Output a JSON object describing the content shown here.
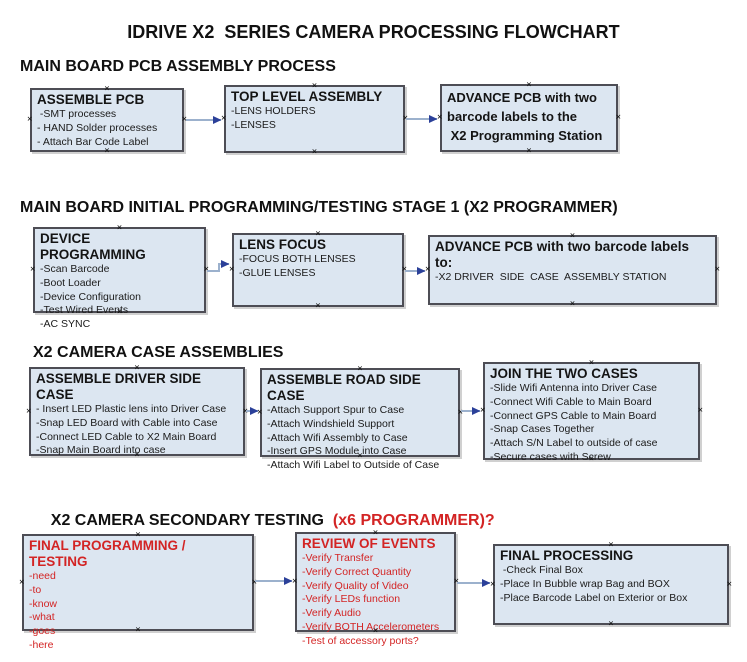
{
  "title": "IDRIVE X2  SERIES CAMERA PROCESSING FLOWCHART",
  "icons": {
    "connection_handle": "×"
  },
  "colors": {
    "box_fill": "#dce6f1",
    "box_border": "#4d4d55",
    "arrow_line": "#9cb1cd",
    "arrow_head": "#2b4099",
    "red_text": "#d32424",
    "black_text": "#151515"
  },
  "sections": [
    {
      "heading": "MAIN BOARD PCB ASSEMBLY PROCESS",
      "boxes": [
        {
          "title": "ASSEMBLE PCB",
          "items": [
            " -SMT processes",
            "- HAND Solder processes",
            "- Attach Bar Code Label"
          ]
        },
        {
          "title": "TOP LEVEL ASSEMBLY",
          "items": [
            "-LENS HOLDERS",
            "-LENSES"
          ]
        },
        {
          "title": "",
          "items": [
            "ADVANCE PCB with two",
            "barcode labels to the",
            " X2 Programming Station"
          ]
        }
      ]
    },
    {
      "heading": "MAIN BOARD INITIAL PROGRAMMING/TESTING STAGE 1 (X2 PROGRAMMER)",
      "boxes": [
        {
          "title": "DEVICE PROGRAMMING",
          "items": [
            "-Scan Barcode",
            "-Boot Loader",
            "-Device Configuration",
            "-Test Wired Events",
            "-AC SYNC"
          ]
        },
        {
          "title": "LENS FOCUS",
          "items": [
            "-FOCUS BOTH LENSES",
            "-GLUE LENSES"
          ]
        },
        {
          "title": "ADVANCE PCB with two barcode labels to:",
          "items": [
            "-X2 DRIVER  SIDE  CASE  ASSEMBLY STATION"
          ]
        }
      ]
    },
    {
      "heading": "X2 CAMERA CASE ASSEMBLIES",
      "boxes": [
        {
          "title": "ASSEMBLE DRIVER SIDE CASE",
          "items": [
            "- Insert LED Plastic lens into Driver Case",
            "-Snap LED Board with Cable into Case",
            "-Connect LED Cable to X2 Main Board",
            "-Snap Main Board into case"
          ]
        },
        {
          "title": "ASSEMBLE ROAD SIDE CASE",
          "items": [
            "-Attach Support Spur to Case",
            "-Attach Windshield Support",
            "-Attach Wifi Assembly to Case",
            "-Insert GPS Module into Case",
            "-Attach Wifi Label to Outside of Case"
          ]
        },
        {
          "title": "JOIN THE TWO CASES",
          "items": [
            "-Slide Wifi Antenna into Driver Case",
            "-Connect Wifi Cable to Main Board",
            "-Connect GPS Cable to Main Board",
            "-Snap Cases Together",
            "-Attach S/N Label to outside of case",
            "-Secure cases with Screw"
          ]
        }
      ]
    },
    {
      "heading_black": "X2 CAMERA SECONDARY TESTING  ",
      "heading_red": "(x6 PROGRAMMER)?",
      "boxes": [
        {
          "title": "FINAL PROGRAMMING / TESTING",
          "items": [
            "-need",
            "-to",
            "-know",
            "-what",
            "-goes",
            "-here"
          ]
        },
        {
          "title": "REVIEW OF EVENTS",
          "items": [
            "-Verify Transfer",
            "-Verify Correct Quantity",
            "-Verify Quality of Video",
            "-Verify LEDs function",
            "-Verify Audio",
            "-Verify BOTH Accelerometers",
            "-Test of accessory ports?"
          ]
        },
        {
          "title": "FINAL PROCESSING",
          "items": [
            " -Check Final Box",
            "-Place In Bubble wrap Bag and BOX",
            "-Place Barcode Label on Exterior or Box"
          ]
        }
      ]
    }
  ]
}
